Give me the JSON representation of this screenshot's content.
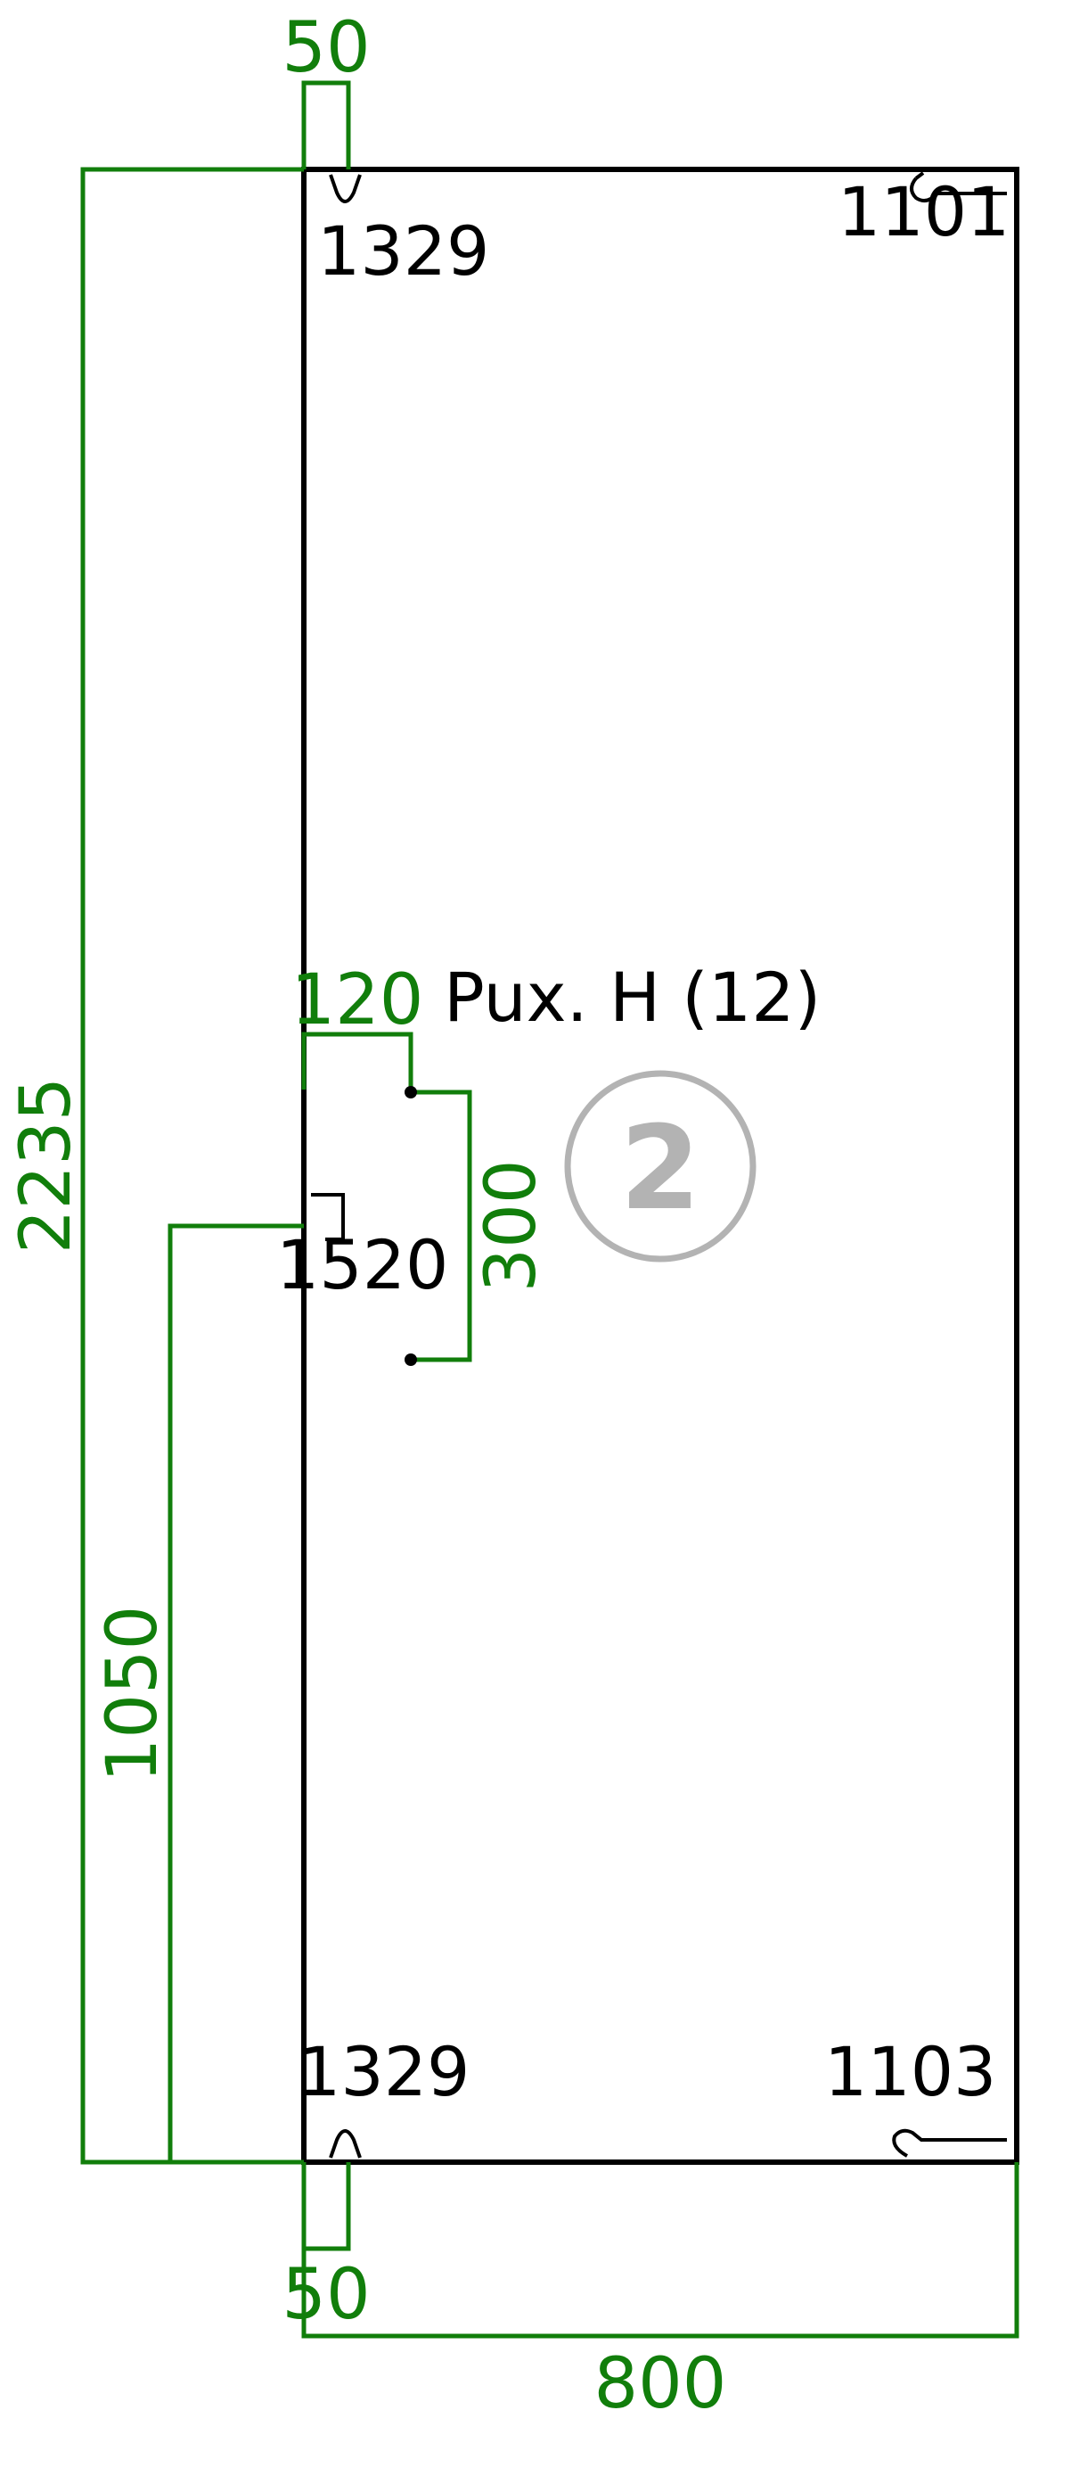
{
  "dimensions": {
    "top_offset": "50",
    "bottom_offset": "50",
    "total_height": "2235",
    "width": "800",
    "handle_height": "1050",
    "hole_offset": "120",
    "hole_spacing": "300"
  },
  "labels": {
    "hinge_top": "1329",
    "hinge_bottom": "1329",
    "corner_top_right": "1101",
    "corner_bottom_right": "1103",
    "handle": "1520",
    "hardware_note": "Pux. H (12)"
  },
  "part_mark": "2",
  "colors": {
    "dimension": "#117e0b",
    "outline": "#000000",
    "mark": "#b3b3b3"
  }
}
